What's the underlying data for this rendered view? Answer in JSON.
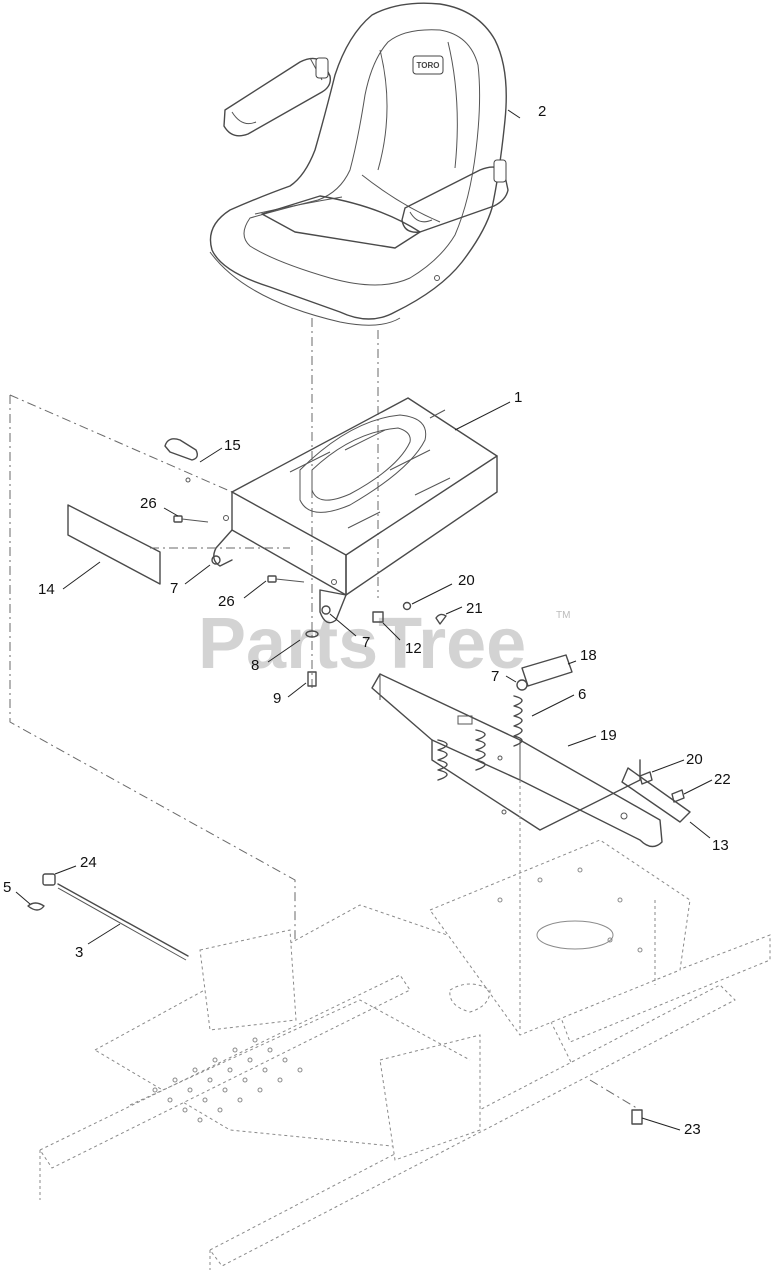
{
  "watermark": {
    "text": "PartsTree",
    "trademark": "TM"
  },
  "seat_logo_text": "TORO",
  "callouts": [
    {
      "id": "c1",
      "label": "1"
    },
    {
      "id": "c2",
      "label": "2"
    },
    {
      "id": "c3",
      "label": "3"
    },
    {
      "id": "c5",
      "label": "5"
    },
    {
      "id": "c6",
      "label": "6"
    },
    {
      "id": "c7a",
      "label": "7"
    },
    {
      "id": "c7b",
      "label": "7"
    },
    {
      "id": "c7c",
      "label": "7"
    },
    {
      "id": "c8",
      "label": "8"
    },
    {
      "id": "c9",
      "label": "9"
    },
    {
      "id": "c12",
      "label": "12"
    },
    {
      "id": "c13",
      "label": "13"
    },
    {
      "id": "c14",
      "label": "14"
    },
    {
      "id": "c15",
      "label": "15"
    },
    {
      "id": "c18",
      "label": "18"
    },
    {
      "id": "c19",
      "label": "19"
    },
    {
      "id": "c20a",
      "label": "20"
    },
    {
      "id": "c20b",
      "label": "20"
    },
    {
      "id": "c21",
      "label": "21"
    },
    {
      "id": "c22",
      "label": "22"
    },
    {
      "id": "c23",
      "label": "23"
    },
    {
      "id": "c24",
      "label": "24"
    },
    {
      "id": "c26a",
      "label": "26"
    },
    {
      "id": "c26b",
      "label": "26"
    }
  ]
}
